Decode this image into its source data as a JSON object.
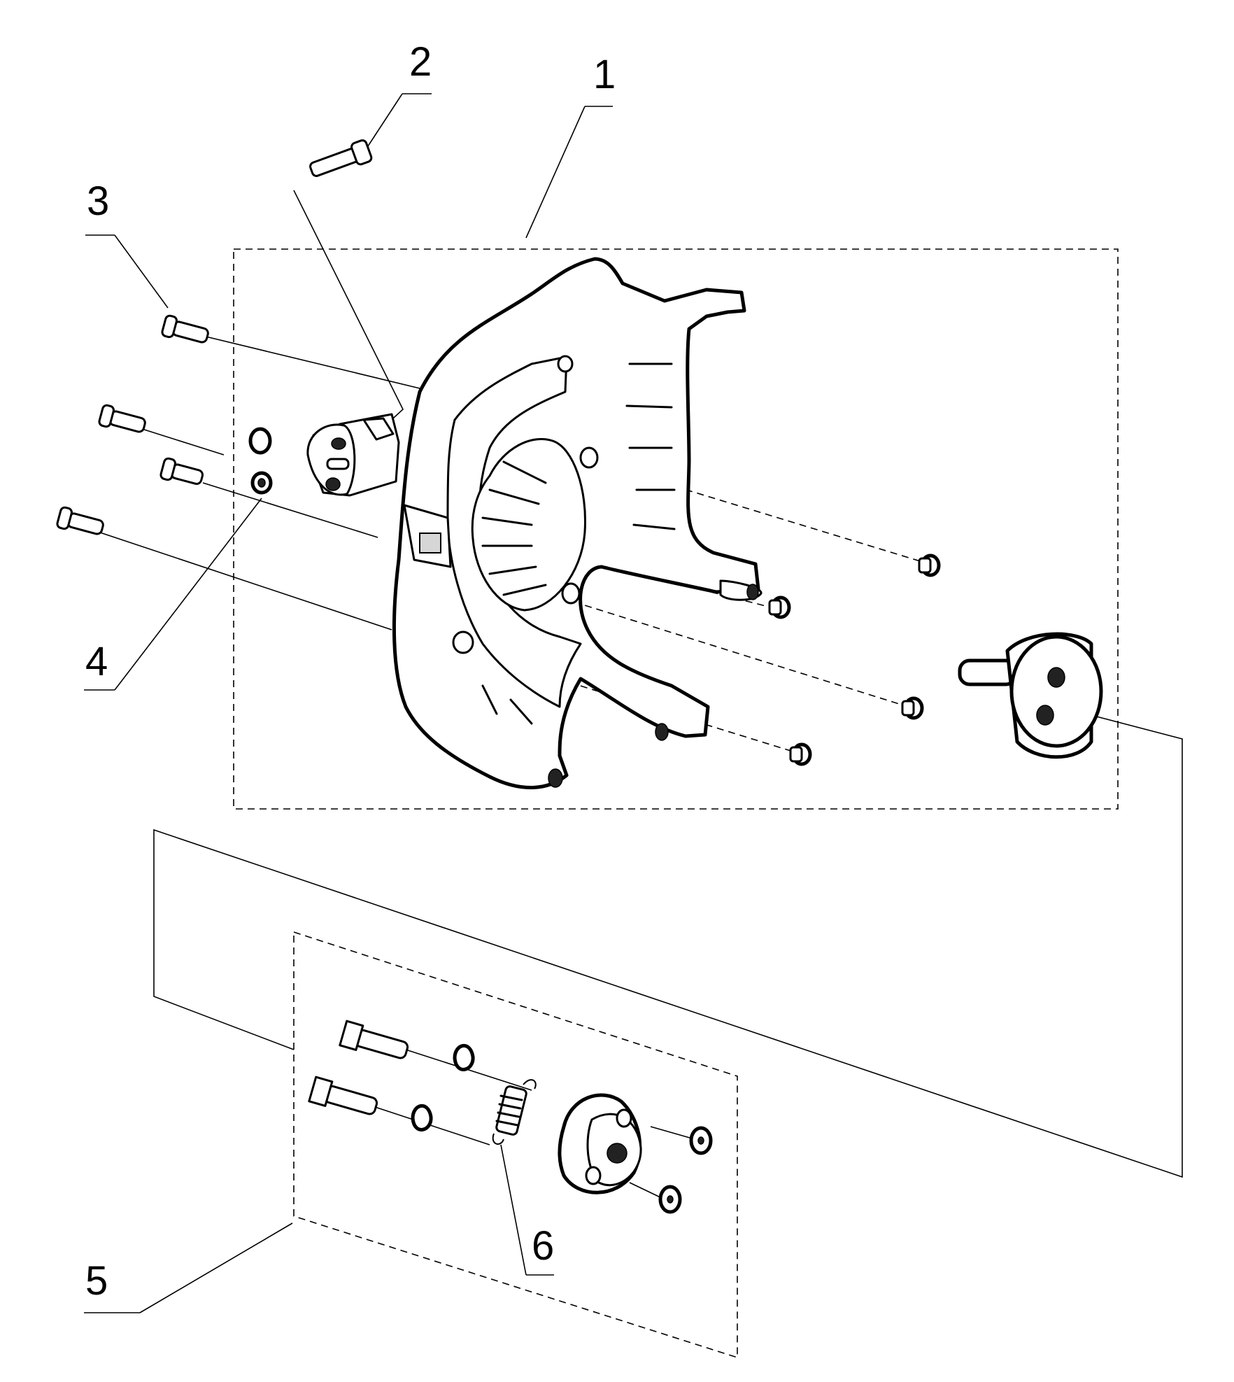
{
  "diagram": {
    "callouts": [
      {
        "id": "1",
        "label": "1"
      },
      {
        "id": "2",
        "label": "2"
      },
      {
        "id": "3",
        "label": "3"
      },
      {
        "id": "4",
        "label": "4"
      },
      {
        "id": "5",
        "label": "5"
      },
      {
        "id": "6",
        "label": "6"
      }
    ]
  }
}
